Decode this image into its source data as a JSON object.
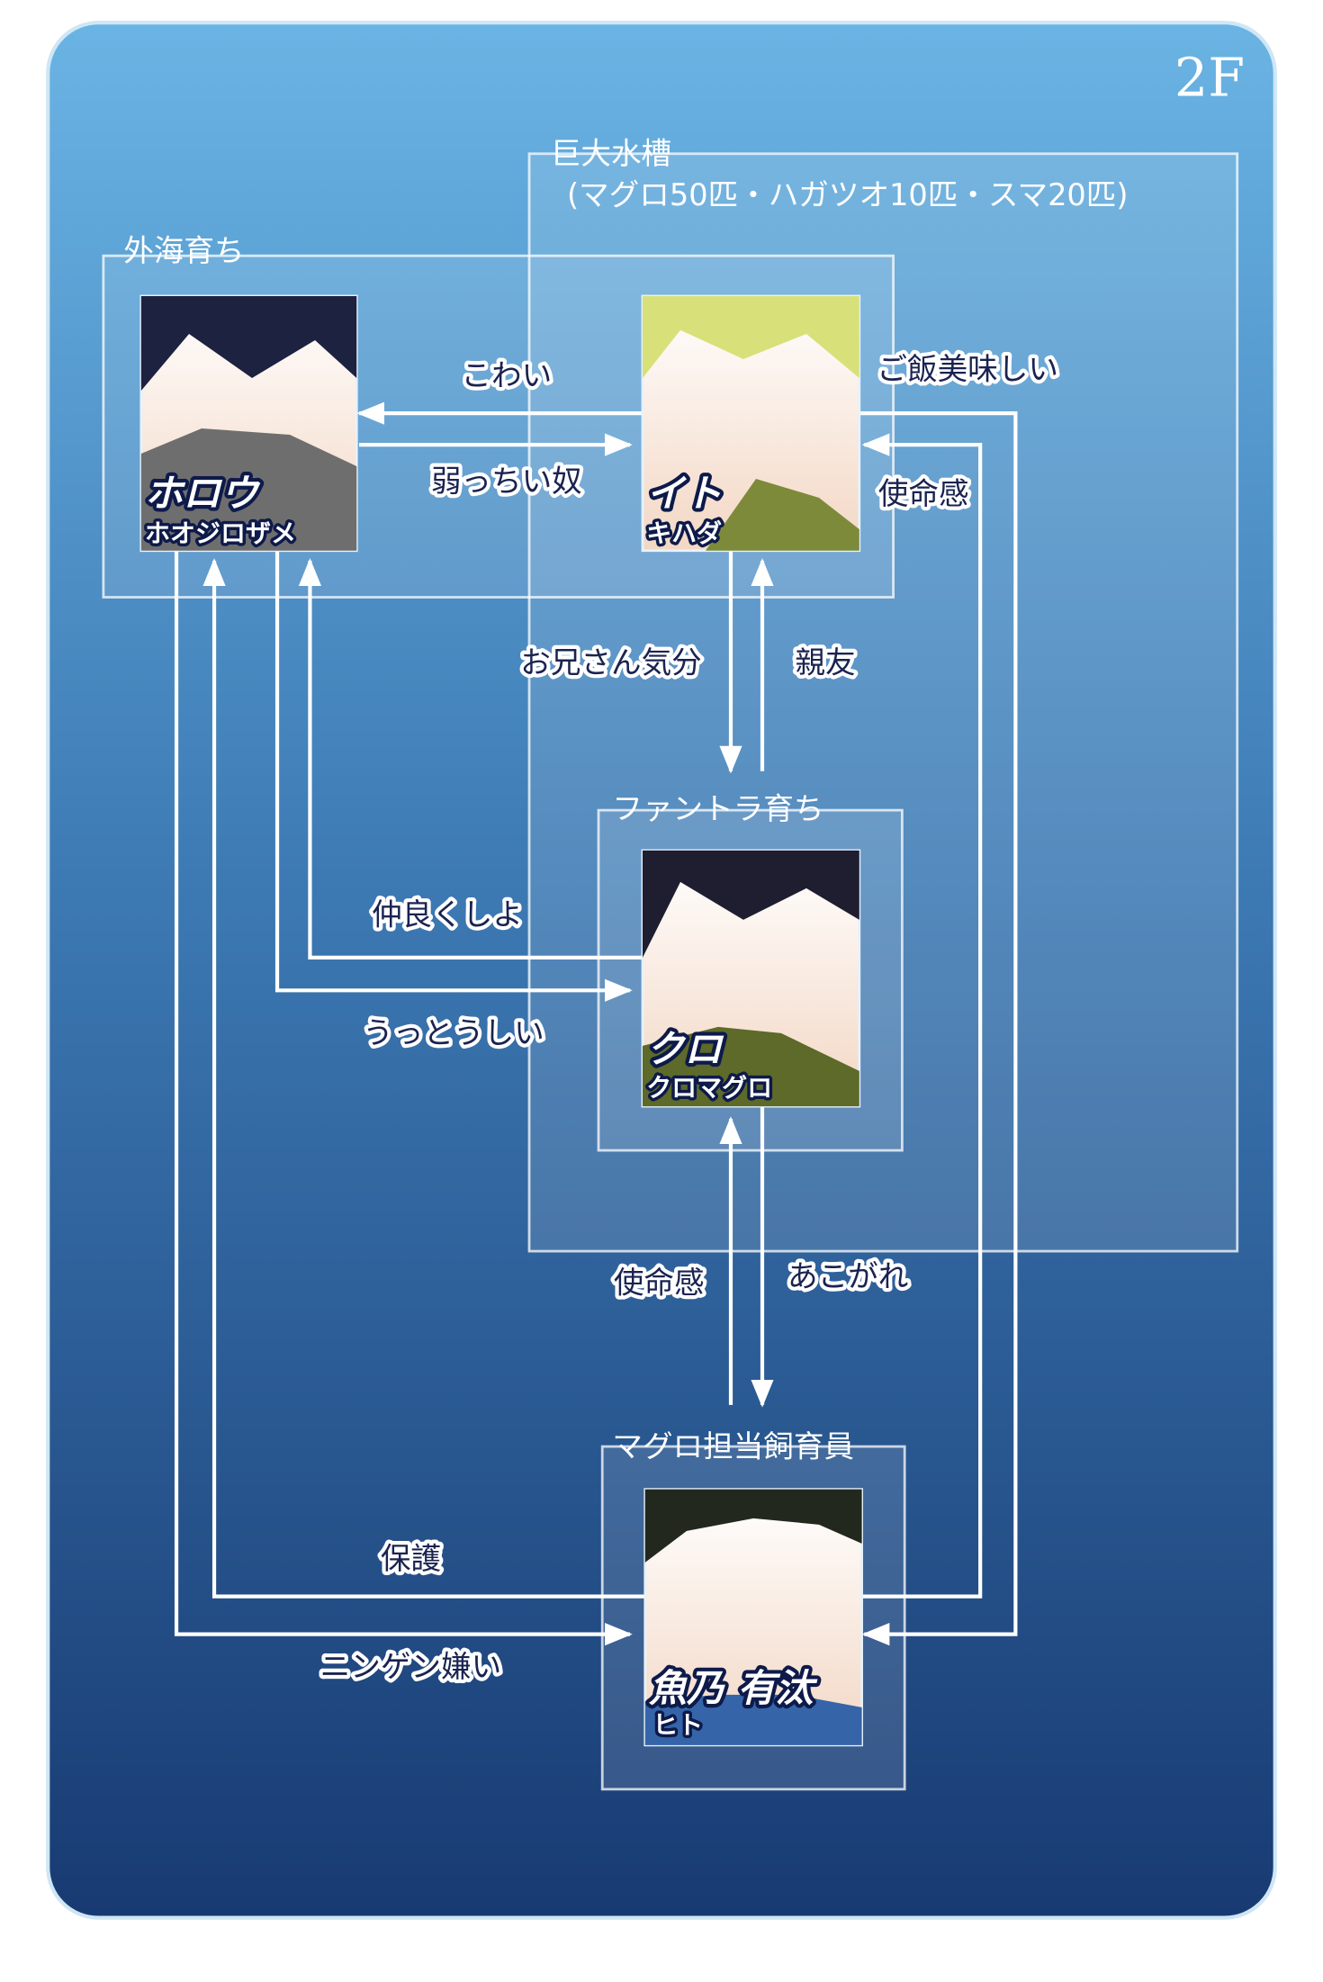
{
  "floor": "2F",
  "groups": {
    "tank": {
      "title": "巨大水槽",
      "subtitle": "(マグロ50匹・ハガツオ10匹・スマ20匹)"
    },
    "outer_sea": "外海育ち",
    "fantra": "ファントラ育ち",
    "keeper": "マグロ担当飼育員"
  },
  "characters": {
    "horou": {
      "name": "ホロウ",
      "species": "ホオジロザメ"
    },
    "ito": {
      "name": "イト",
      "species": "キハダ"
    },
    "kuro": {
      "name": "クロ",
      "species": "クロマグロ"
    },
    "uono": {
      "name": "魚乃 有汰",
      "species": "ヒト"
    }
  },
  "relations": [
    {
      "from": "ito",
      "to": "horou",
      "label": "こわい"
    },
    {
      "from": "horou",
      "to": "ito",
      "label": "弱っちい奴"
    },
    {
      "from": "ito",
      "to": "kuro",
      "label": "お兄さん気分"
    },
    {
      "from": "kuro",
      "to": "ito",
      "label": "親友"
    },
    {
      "from": "kuro",
      "to": "horou",
      "label": "仲良くしよ"
    },
    {
      "from": "horou",
      "to": "kuro",
      "label": "うっとうしい"
    },
    {
      "from": "uono",
      "to": "kuro",
      "label": "使命感"
    },
    {
      "from": "kuro",
      "to": "uono",
      "label": "あこがれ"
    },
    {
      "from": "uono",
      "to": "horou",
      "label": "保護"
    },
    {
      "from": "horou",
      "to": "uono",
      "label": "ニンゲン嫌い"
    },
    {
      "from": "ito",
      "to": "uono",
      "label": "ご飯美味しい"
    },
    {
      "from": "uono",
      "to": "ito",
      "label": "使命感"
    }
  ],
  "colors": {
    "bg_top": "#6ab4e4",
    "bg_bottom": "#183a72",
    "text_dark": "#1a2350"
  }
}
